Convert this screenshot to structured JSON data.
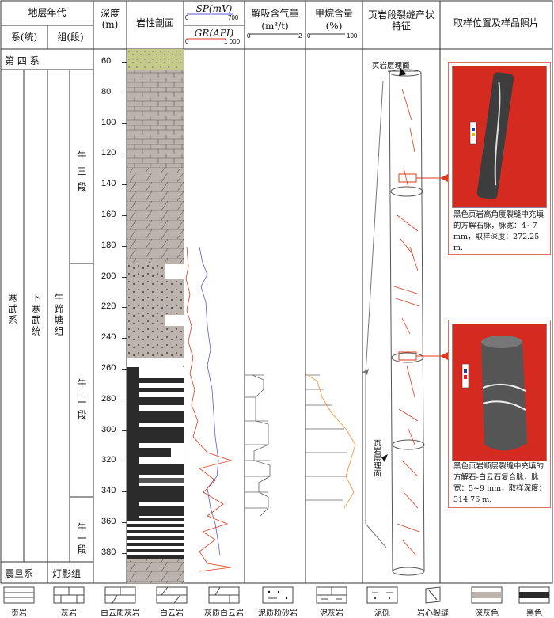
{
  "header": {
    "strat_age": "地层年代",
    "system": "系(统)",
    "group": "组(段)",
    "depth": "深度(m)",
    "lithology": "岩性剖面",
    "sp": "SP(mV)",
    "sp_min": "0",
    "sp_max": "700",
    "gr": "GR(API)",
    "gr_min": "0",
    "gr_max": "1 000",
    "gas": "解吸含气量",
    "gas_unit": "(m³/t)",
    "gas_min": "0",
    "gas_max": "2",
    "methane": "甲烷含量",
    "methane_unit": "(%)",
    "methane_min": "0",
    "methane_max": "100",
    "fracture": "页岩段裂缝产状特征",
    "samples": "取样位置及样品照片"
  },
  "strat": {
    "quaternary": "第 四 系",
    "cambrian": "寒武系",
    "lower_cambrian": "下寒武统",
    "niutitang": "牛蹄塘组",
    "member3": "牛三段",
    "member2": "牛二段",
    "member1": "牛一段",
    "sinian": "震旦系",
    "dengying": "灯影组"
  },
  "depth_ticks": [
    "60",
    "80",
    "100",
    "120",
    "140",
    "160",
    "180",
    "200",
    "220",
    "240",
    "260",
    "280",
    "300",
    "320",
    "340",
    "360",
    "380"
  ],
  "annotations": {
    "shale_bedding_top": "页岩层理面",
    "shale_bedding_side": "页岩层理面"
  },
  "samples": {
    "top_caption": "黑色页岩高角度裂缝中充填的方解石脉，脉宽：4~7 mm，取样深度：272.25 m.",
    "bottom_caption": "黑色页岩顺层裂缝中充填的方解石-白云石复合脉，脉宽：5~9 mm，取样深度：314.76 m."
  },
  "legend": [
    {
      "label": "页岩",
      "icon": "shale-icon"
    },
    {
      "label": "灰岩",
      "icon": "limestone-icon"
    },
    {
      "label": "白云质灰岩",
      "icon": "dolomitic-limestone-icon"
    },
    {
      "label": "白云岩",
      "icon": "dolomite-icon"
    },
    {
      "label": "灰质白云岩",
      "icon": "calcareous-dolomite-icon"
    },
    {
      "label": "泥质粉砂岩",
      "icon": "argillaceous-siltstone-icon"
    },
    {
      "label": "泥灰岩",
      "icon": "marl-icon"
    },
    {
      "label": "泥砾",
      "icon": "mud-gravel-icon"
    },
    {
      "label": "岩心裂缝",
      "icon": "core-fracture-icon"
    },
    {
      "label": "深灰色",
      "icon": "dark-gray-swatch"
    },
    {
      "label": "黑色",
      "icon": "black-swatch"
    }
  ],
  "colors": {
    "sp_curve": "#5a5adc",
    "gr_curve": "#e03a1a",
    "methane_curve": "#f0a050",
    "gray_rock": "#bdb3ad",
    "quaternary": "#c6cb8c",
    "photo_bg": "#d42a1f"
  }
}
